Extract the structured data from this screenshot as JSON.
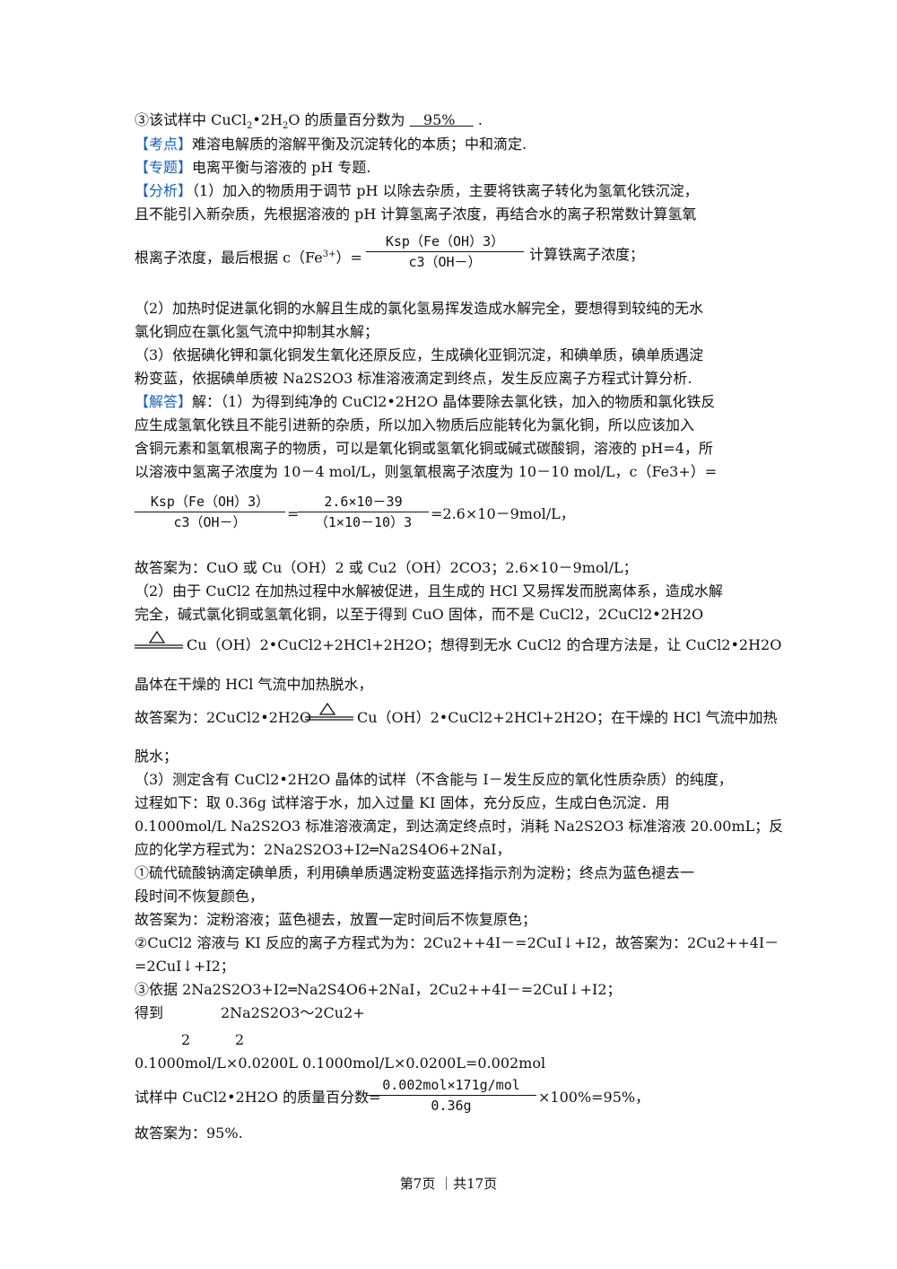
{
  "lines": {
    "l1a": "③该试样中 CuCl",
    "l1b": "•2H",
    "l1c": "O 的质量百分数为",
    "l1ans": "95%",
    "l1end": ".",
    "kaodian_tag": "【考点】",
    "kaodian": "难溶电解质的溶解平衡及沉淀转化的本质；中和滴定.",
    "zhuanti_tag": "【专题】",
    "zhuanti": "电离平衡与溶液的 pH 专题.",
    "fenxi_tag": "【分析】",
    "fenxi1": "（1）加入的物质用于调节 pH 以除去杂质，主要将铁离子转化为氢氧化铁沉淀，",
    "fenxi2": "且不能引入新杂质，先根据溶液的 pH 计算氢离子浓度，再结合水的离子积常数计算氢氧",
    "fenxi3a": "根离子浓度，最后根据 c（Fe",
    "fenxi3b": "3+",
    "fenxi3c": "）=",
    "fenxi3d": "计算铁离子浓度；",
    "f1num": "Ksp（Fe（OH）3）",
    "f1den": "c3（OH－）",
    "p2a": "（2）加热时促进氯化铜的水解且生成的氯化氢易挥发造成水解完全，要想得到较纯的无水",
    "p2b": "氯化铜应在氯化氢气流中抑制其水解；",
    "p3a": "（3）依据碘化钾和氯化铜发生氧化还原反应，生成碘化亚铜沉淀，和碘单质，碘单质遇淀",
    "p3b": "粉变蓝，依据碘单质被 Na2S2O3 标准溶液滴定到终点，发生反应离子方程式计算分析.",
    "jieda_tag": "【解答】",
    "j1": "解：（1）为得到纯净的 CuCl2•2H2O 晶体要除去氯化铁，加入的物质和氯化铁反",
    "j2": "应生成氢氧化铁且不能引进新的杂质，所以加入物质后应能转化为氯化铜，所以应该加入",
    "j3": "含铜元素和氢氧根离子的物质，可以是氧化铜或氢氧化铜或碱式碳酸铜，溶液的 pH=4，所",
    "j4": "以溶液中氢离子浓度为 10－4 mol/L，则氢氧根离子浓度为 10－10 mol/L，c（Fe3+）=",
    "f2num": "Ksp（Fe（OH）3）",
    "f2den": "c3（OH－）",
    "f3num": "2.6×10－39",
    "f3den": "（1×10－10）3",
    "f3res": "=2.6×10－9mol/L，",
    "ans1": "故答案为：CuO 或 Cu（OH）2 或 Cu2（OH）2CO3；2.6×10－9mol/L；",
    "k1": "（2）由于 CuCl2 在加热过程中水解被促进，且生成的 HCl 又易挥发而脱离体系，造成水解",
    "k2": "完全，碱式氯化铜或氢氧化铜，以至于得到 CuO 固体，而不是 CuCl2，2CuCl2•2H2O",
    "k3": "Cu（OH）2•CuCl2+2HCl+2H2O；想得到无水 CuCl2 的合理方法是，让 CuCl2•2H2O",
    "k4": "晶体在干燥的 HCl 气流中加热脱水，",
    "ans2a": "故答案为：2CuCl2•2H2O",
    "ans2b": "Cu（OH）2•CuCl2+2HCl+2H2O；在干燥的 HCl 气流中加热",
    "ans2c": "脱水；",
    "m1": "（3）测定含有 CuCl2•2H2O 晶体的试样（不含能与 I－发生反应的氧化性质杂质）的纯度，",
    "m2": "过程如下：取 0.36g 试样溶于水，加入过量 KI 固体，充分反应，生成白色沉淀．用",
    "m3": "0.1000mol/L Na2S2O3 标准溶液滴定，到达滴定终点时，消耗 Na2S2O3 标准溶液 20.00mL；反",
    "m4": "应的化学方程式为：2Na2S2O3+I2═Na2S4O6+2NaI，",
    "n1": "①硫代硫酸钠滴定碘单质，利用碘单质遇淀粉变蓝选择指示剂为淀粉；终点为蓝色褪去一",
    "n2": "段时间不恢复颜色，",
    "n3": "故答案为：淀粉溶液；蓝色褪去，放置一定时间后不恢复原色；",
    "o1": "②CuCl2 溶液与 KI 反应的离子方程式为为：2Cu2++4I－=2CuI↓+I2，故答案为：2Cu2++4I－",
    "o2": "=2CuI↓+I2；",
    "q1": "③依据 2Na2S2O3+I2═Na2S4O6+2NaI，2Cu2++4I－=2CuI↓+I2；",
    "q2a": "得到",
    "q2b": "2Na2S2O3～2Cu2+",
    "q3a": "2",
    "q3b": "2",
    "q4": "0.1000mol/L×0.0200L   0.1000mol/L×0.0200L=0.002mol",
    "q5a": "试样中 CuCl2•2H2O 的质量百分数=",
    "f4num": "0.002mol×171g/mol",
    "f4den": "0.36g",
    "q5b": "×100%=95%，",
    "q6": "故答案为：95%."
  },
  "footer": "第7页 ｜共17页",
  "colors": {
    "tag": "#1a5fb4",
    "text": "#111111"
  }
}
